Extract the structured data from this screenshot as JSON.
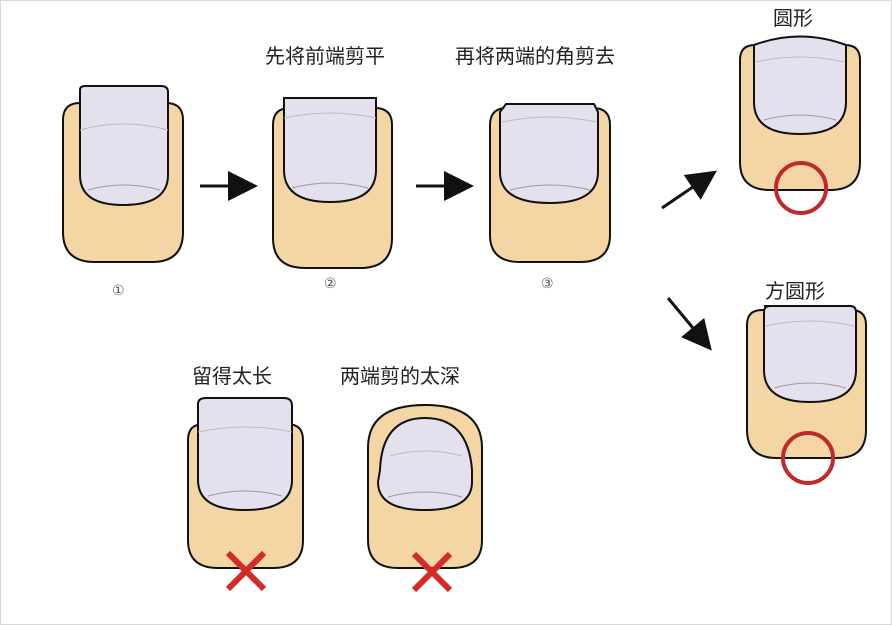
{
  "steps": {
    "step2_label": "先将前端剪平",
    "step3_label": "再将两端的角剪去",
    "num1": "①",
    "num2": "②",
    "num3": "③"
  },
  "results": {
    "round_label": "圆形",
    "square_round_label": "方圆形"
  },
  "wrong": {
    "too_long_label": "留得太长",
    "too_deep_label": "两端剪的太深"
  },
  "colors": {
    "finger": "#f3d6a4",
    "nail": "#e4e0ee",
    "outline": "#111111",
    "mark_wrong": "#d32a2a",
    "mark_ok": "#c0282a"
  },
  "icons": {
    "arrow": "arrow-icon",
    "check_circle": "circle-ok-icon",
    "wrong_cross": "cross-icon"
  }
}
